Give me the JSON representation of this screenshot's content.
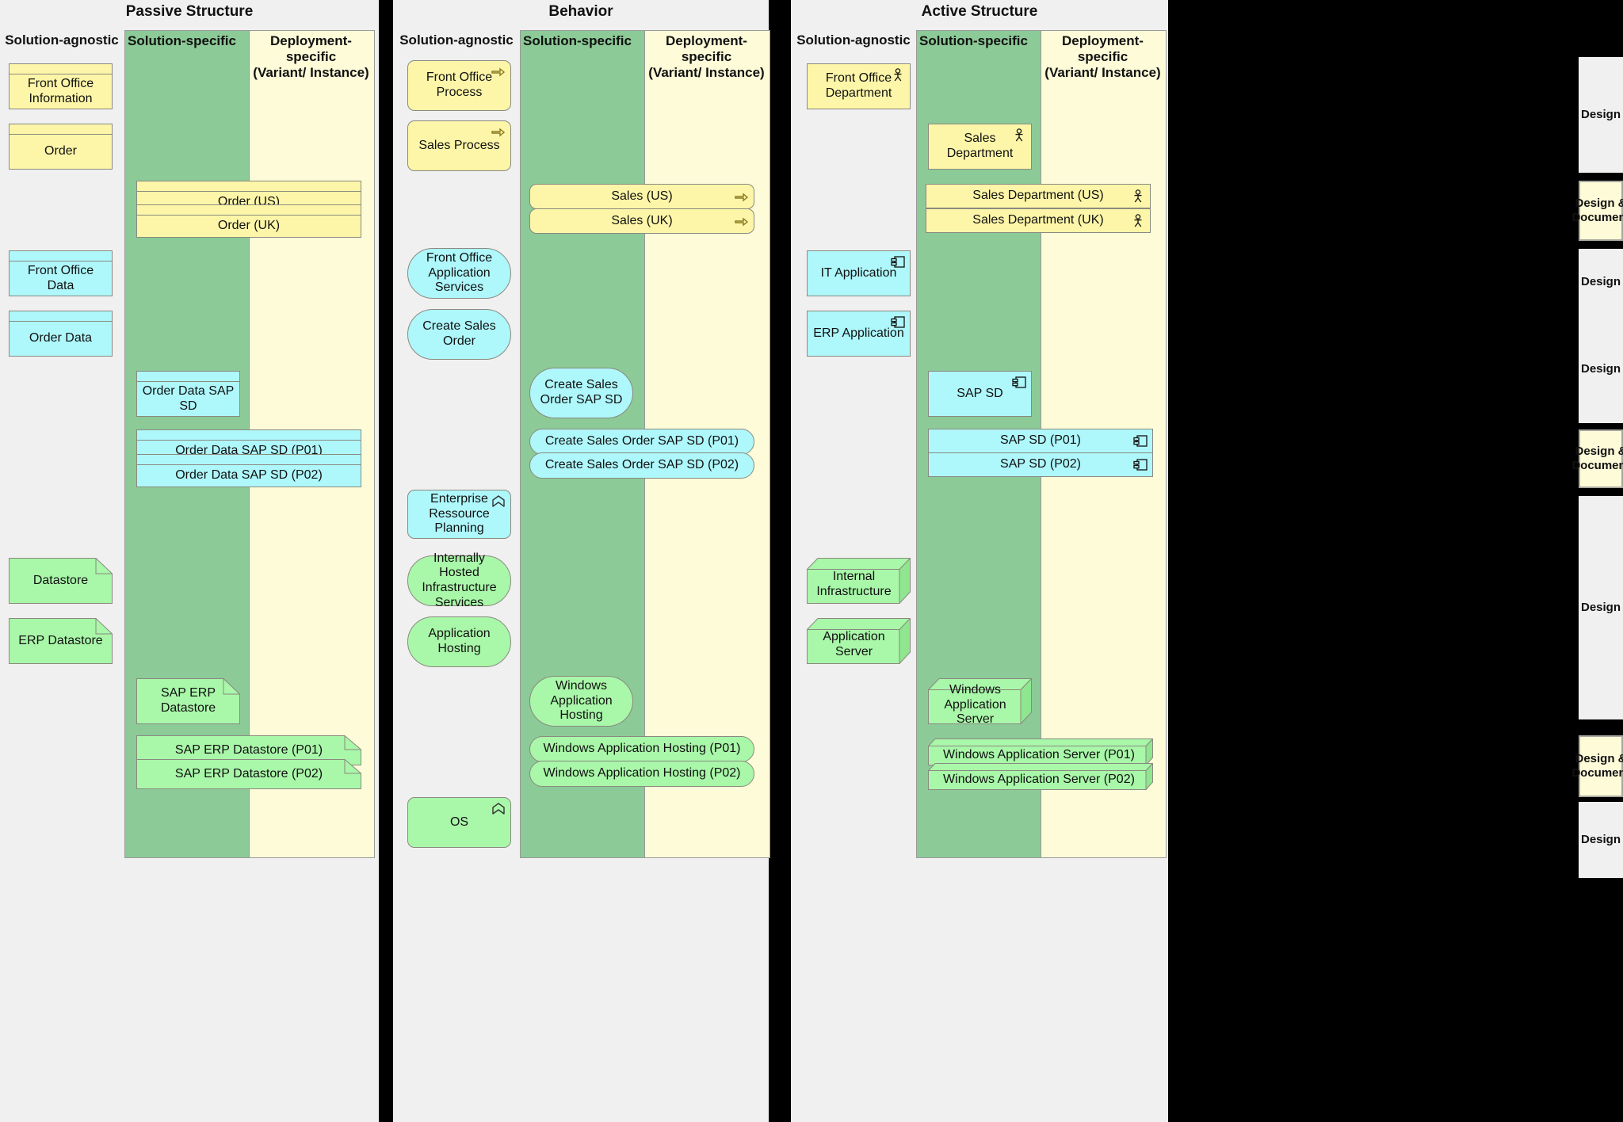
{
  "panels": [
    {
      "title": "Passive Structure",
      "col_agnostic": "Solution-agnostic",
      "col_specific": "Solution-specific",
      "col_deployment": "Deployment-specific\n(Variant/ Instance)",
      "agnostic_nodes": [
        {
          "label": "Front Office Information",
          "shape": "object",
          "color": "yellow"
        },
        {
          "label": "Order",
          "shape": "object",
          "color": "yellow"
        },
        {
          "label": "Front Office Data",
          "shape": "object",
          "color": "cyan"
        },
        {
          "label": "Order Data",
          "shape": "object",
          "color": "cyan"
        },
        {
          "label": "Datastore",
          "shape": "artifact",
          "color": "green"
        },
        {
          "label": "ERP Datastore",
          "shape": "artifact",
          "color": "green"
        }
      ],
      "specific_nodes": [
        {
          "label": "Order Data SAP SD",
          "shape": "object",
          "color": "cyan"
        },
        {
          "label": "SAP ERP Datastore",
          "shape": "artifact",
          "color": "green"
        }
      ],
      "deployment_nodes": [
        {
          "label": "Order (US)",
          "shape": "object",
          "color": "yellow"
        },
        {
          "label": "Order (UK)",
          "shape": "object",
          "color": "yellow"
        },
        {
          "label": "Order Data SAP SD (P01)",
          "shape": "object",
          "color": "cyan"
        },
        {
          "label": "Order Data SAP SD (P02)",
          "shape": "object",
          "color": "cyan"
        },
        {
          "label": "SAP ERP Datastore (P01)",
          "shape": "artifact",
          "color": "green"
        },
        {
          "label": "SAP ERP Datastore (P02)",
          "shape": "artifact",
          "color": "green"
        }
      ]
    },
    {
      "title": "Behavior",
      "col_agnostic": "Solution-agnostic",
      "col_specific": "Solution-specific",
      "col_deployment": "Deployment-specific\n(Variant/ Instance)",
      "agnostic_nodes": [
        {
          "label": "Front Office Process",
          "shape": "rounded",
          "color": "yellow",
          "icon": "process-arrow-icon"
        },
        {
          "label": "Sales Process",
          "shape": "rounded",
          "color": "yellow",
          "icon": "process-arrow-icon"
        },
        {
          "label": "Front Office Application Services",
          "shape": "pill",
          "color": "cyan"
        },
        {
          "label": "Create Sales Order",
          "shape": "pill",
          "color": "cyan"
        },
        {
          "label": "Enterprise Ressource Planning",
          "shape": "rounded",
          "color": "cyan",
          "icon": "function-chevron-icon"
        },
        {
          "label": "Internally Hosted Infrastructure Services",
          "shape": "pill",
          "color": "green"
        },
        {
          "label": "Application Hosting",
          "shape": "pill",
          "color": "green"
        },
        {
          "label": "OS",
          "shape": "rounded",
          "color": "green",
          "icon": "function-chevron-icon"
        }
      ],
      "specific_nodes": [
        {
          "label": "Create Sales Order SAP SD",
          "shape": "pill",
          "color": "cyan"
        },
        {
          "label": "Windows Application Hosting",
          "shape": "pill",
          "color": "green"
        }
      ],
      "deployment_nodes": [
        {
          "label": "Sales (US)",
          "shape": "rounded",
          "color": "yellow",
          "icon": "process-arrow-icon"
        },
        {
          "label": "Sales (UK)",
          "shape": "rounded",
          "color": "yellow",
          "icon": "process-arrow-icon"
        },
        {
          "label": "Create Sales Order SAP SD (P01)",
          "shape": "pill",
          "color": "cyan"
        },
        {
          "label": "Create Sales Order SAP SD (P02)",
          "shape": "pill",
          "color": "cyan"
        },
        {
          "label": "Windows Application Hosting (P01)",
          "shape": "pill",
          "color": "green"
        },
        {
          "label": "Windows Application Hosting (P02)",
          "shape": "pill",
          "color": "green"
        }
      ]
    },
    {
      "title": "Active Structure",
      "col_agnostic": "Solution-agnostic",
      "col_specific": "Solution-specific",
      "col_deployment": "Deployment-specific\n(Variant/ Instance)",
      "agnostic_nodes": [
        {
          "label": "Front Office Department",
          "shape": "rect",
          "color": "yellow",
          "icon": "actor-icon"
        },
        {
          "label": "IT Application",
          "shape": "rect",
          "color": "cyan",
          "icon": "component-icon"
        },
        {
          "label": "ERP Application",
          "shape": "rect",
          "color": "cyan",
          "icon": "component-icon"
        },
        {
          "label": "Internal Infrastructure",
          "shape": "node3d",
          "color": "green"
        },
        {
          "label": "Application Server",
          "shape": "node3d",
          "color": "green"
        }
      ],
      "specific_nodes": [
        {
          "label": "Sales Department",
          "shape": "rect",
          "color": "yellow",
          "icon": "actor-icon"
        },
        {
          "label": "SAP SD",
          "shape": "rect",
          "color": "cyan",
          "icon": "component-icon"
        },
        {
          "label": "Windows Application Server",
          "shape": "node3d",
          "color": "green"
        }
      ],
      "deployment_nodes": [
        {
          "label": "Sales Department (US)",
          "shape": "rect",
          "color": "yellow",
          "icon": "actor-icon"
        },
        {
          "label": "Sales Department (UK)",
          "shape": "rect",
          "color": "yellow",
          "icon": "actor-icon"
        },
        {
          "label": "SAP SD (P01)",
          "shape": "rect",
          "color": "cyan",
          "icon": "component-icon"
        },
        {
          "label": "SAP SD (P02)",
          "shape": "rect",
          "color": "cyan",
          "icon": "component-icon"
        },
        {
          "label": "Windows Application Server (P01)",
          "shape": "node3d",
          "color": "green"
        },
        {
          "label": "Windows Application Server (P02)",
          "shape": "node3d",
          "color": "green"
        }
      ]
    }
  ],
  "rail": {
    "segments": [
      {
        "label": "Design",
        "kind": "plain"
      },
      {
        "label": "Design & Document",
        "kind": "doc"
      },
      {
        "label": "Design",
        "kind": "plain"
      },
      {
        "label": "Design",
        "kind": "plain"
      },
      {
        "label": "Design & Document",
        "kind": "doc"
      },
      {
        "label": "Design",
        "kind": "plain"
      },
      {
        "label": "Design & Document",
        "kind": "doc"
      },
      {
        "label": "Design",
        "kind": "plain"
      }
    ]
  },
  "colors": {
    "band_green": "#8cca97",
    "band_cream": "#fdfbd8",
    "yellow": "#fdf6a8",
    "cyan": "#aef7fb",
    "green": "#a9f7a9",
    "panel_bg": "#f0f0f0",
    "gap": "#000000"
  }
}
